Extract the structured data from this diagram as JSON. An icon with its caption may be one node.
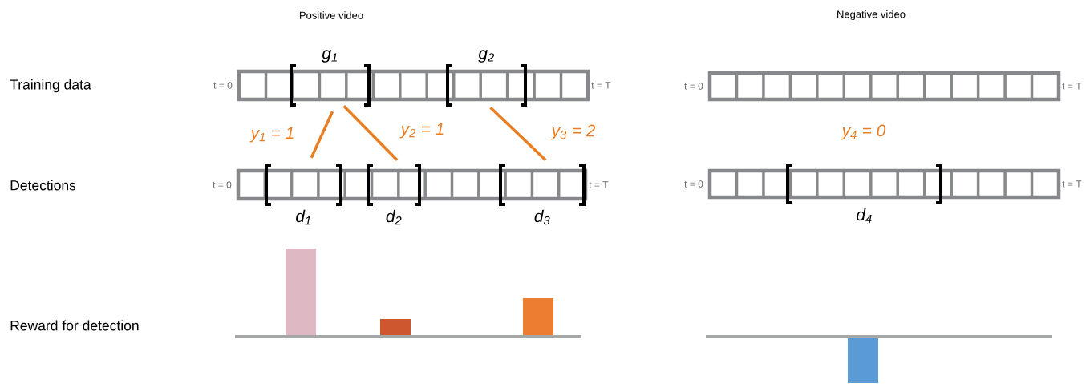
{
  "diagram": {
    "nodes": [
      {
        "text": [],
        "shape": "bar",
        "beside": [
          "t = 0",
          "t = T"
        ]
      },
      {
        "text": [
          "g$_{1}$"
        ]
      },
      {
        "text": [
          "g$_{2}$"
        ]
      },
      {
        "text": [],
        "shape": "bar",
        "beside": [
          "t = 0",
          "t = T"
        ]
      },
      {
        "text": [],
        "shape": "bar",
        "beside": [
          "t = 0",
          "t = T"
        ]
      },
      {
        "text": [
          "d$_{1}$"
        ]
      },
      {
        "text": [
          "d$_{2}$"
        ]
      },
      {
        "text": [
          "d$_{3}$"
        ]
      },
      {
        "text": [],
        "shape": "bar",
        "beside": [
          "t = 0",
          "t = T"
        ]
      },
      {
        "text": [
          "d$_{4}$"
        ]
      }
    ],
    "edges": [
      {
        "from": 1,
        "to": 5,
        "arrow": "none",
        "label": "y$_{1}$ = 1"
      },
      {
        "from": 1,
        "to": 6,
        "arrow": "none",
        "label": "y$_{2}$ = 1"
      },
      {
        "from": 2,
        "to": 7,
        "arrow": "none",
        "label": "y$_{3}$ = 2"
      }
    ],
    "labels": [
      "Positive video",
      "Negative video",
      "Training data",
      "Detections",
      "Reward for detection",
      "y$_{4}$ = 0"
    ]
  }
}
